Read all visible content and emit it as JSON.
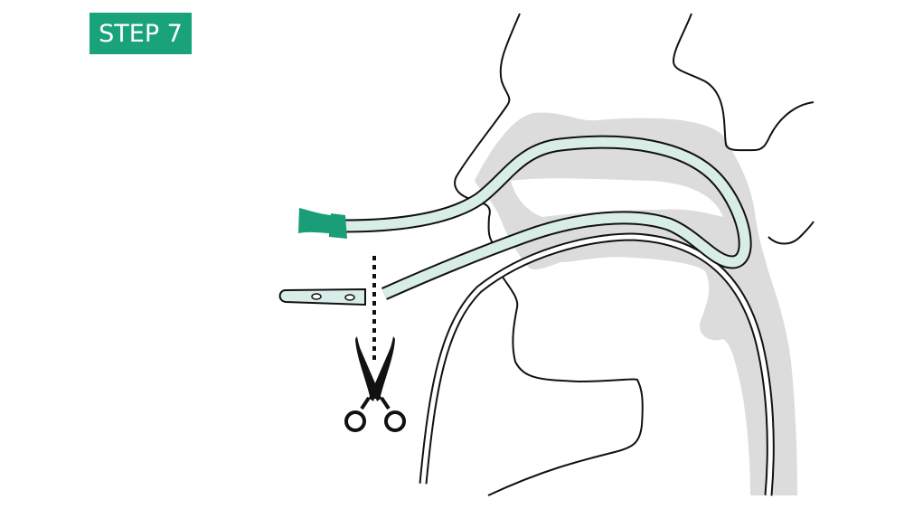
{
  "header": {
    "step_label": "STEP 7",
    "badge_color": "#1aa37a"
  },
  "illustration": {
    "title": "Nasogastric tube: cut tube end with scissors",
    "elements": [
      "face-profile-outline",
      "nasal-cavity-shading",
      "pharynx-shading",
      "feeding-tube-through-nose",
      "tube-connector",
      "cut-tube-tip-with-holes",
      "cut-line-dotted",
      "scissors-icon",
      "esophagus-tube-outline"
    ],
    "colors": {
      "tube_fill": "#d8ece8",
      "connector": "#1a9e78",
      "shading": "#dcdcdc",
      "outline": "#111111"
    }
  }
}
